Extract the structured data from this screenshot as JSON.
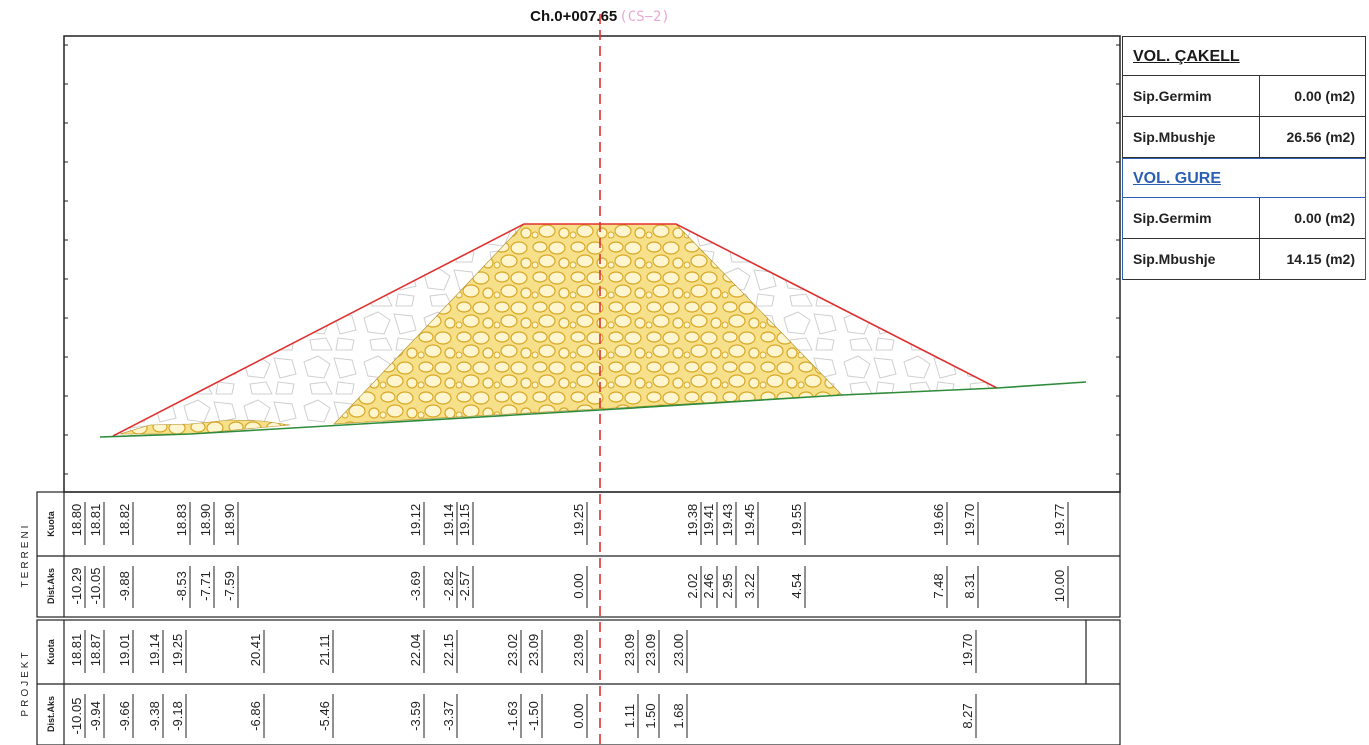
{
  "drawing_title": {
    "chainage": "Ch.0+007.65",
    "section": "(CS−2)"
  },
  "terreni": {
    "group_label": "TERRENI",
    "kuota_label": "Kuota",
    "dist_label": "Dist.Aks",
    "kuota": [
      "18.80",
      "18.81",
      "18.82",
      "18.83",
      "18.90",
      "18.90",
      "19.12",
      "19.14",
      "19.15",
      "19.25",
      "19.38",
      "19.41",
      "19.43",
      "19.45",
      "19.55",
      "19.66",
      "19.70",
      "19.77"
    ],
    "dist": [
      "-10.29",
      "-10.05",
      "-9.88",
      "-8.53",
      "-7.71",
      "-7.59",
      "-3.69",
      "-2.82",
      "-2.57",
      "0.00",
      "2.02",
      "2.46",
      "2.95",
      "3.22",
      "4.54",
      "7.48",
      "8.31",
      "10.00"
    ]
  },
  "projekt": {
    "group_label": "PROJEKT",
    "kuota_label": "Kuota",
    "dist_label": "Dist.Aks",
    "kuota": [
      "18.81",
      "18.87",
      "19.01",
      "19.14",
      "19.25",
      "20.41",
      "21.11",
      "22.04",
      "22.15",
      "23.02",
      "23.09",
      "23.09",
      "23.09",
      "23.09",
      "23.00",
      "19.70"
    ],
    "dist": [
      "-10.05",
      "-9.94",
      "-9.66",
      "-9.38",
      "-9.18",
      "-6.86",
      "-5.46",
      "-3.59",
      "-3.37",
      "-1.63",
      "-1.50",
      "0.00",
      "1.11",
      "1.50",
      "1.68",
      "8.27"
    ]
  },
  "volumes": [
    {
      "title": "VOL. ÇAKELL",
      "rows": [
        {
          "label": "Sip.Germim",
          "value": "0.00 (m2)"
        },
        {
          "label": "Sip.Mbushje",
          "value": "26.56 (m2)"
        }
      ]
    },
    {
      "title": "VOL. GURE",
      "rows": [
        {
          "label": "Sip.Germim",
          "value": "0.00 (m2)"
        },
        {
          "label": "Sip.Mbushje",
          "value": "14.15 (m2)"
        }
      ]
    }
  ],
  "colors": {
    "design_line": "#e03030",
    "ground_line": "#2e8b3a",
    "fill": "#f3d35c",
    "centerline": "#e03030",
    "frame": "#222222"
  }
}
